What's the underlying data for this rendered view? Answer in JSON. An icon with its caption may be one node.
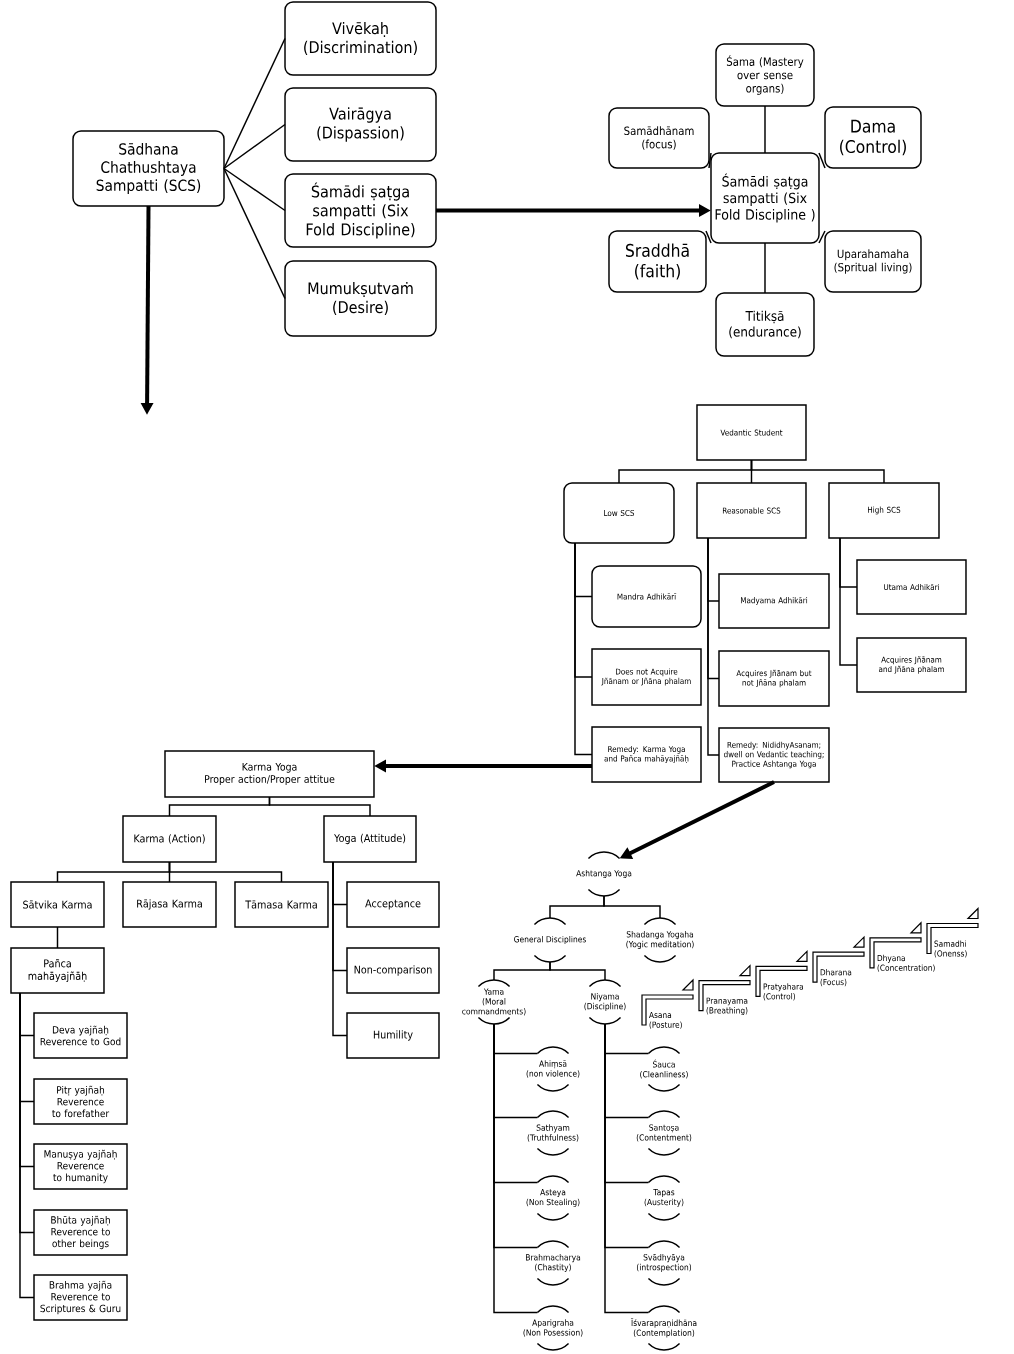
{
  "diagram": {
    "nodes": [
      {
        "text": [
          "Sādhana Chathushtaya Sampatti (SCS)"
        ]
      },
      {
        "text": [
          "Vivēkaḥ (Discrimination)"
        ]
      },
      {
        "text": [
          "Vairāgya (Dispassion)"
        ]
      },
      {
        "text": [
          "Śamādi ṣaṭga sampatti (Six Fold Discipline)"
        ]
      },
      {
        "text": [
          "Mumukṣutvaṁ (Desire)"
        ]
      },
      {
        "text": [
          "Śamādi ṣaṭga sampatti (Six Fold Discipline )"
        ]
      },
      {
        "text": [
          "Śama (Mastery over sense organs)"
        ]
      },
      {
        "text": [
          "Samādhānam (focus)"
        ]
      },
      {
        "text": [
          "Dama (Control)"
        ]
      },
      {
        "text": [
          "Sraddhā (faith)"
        ]
      },
      {
        "text": [
          "Uparahamaha (Spritual living)"
        ]
      },
      {
        "text": [
          "Titikṣā (endurance)"
        ]
      },
      {
        "text": [
          "Vedantic Student"
        ]
      },
      {
        "text": [
          "Low SCS"
        ]
      },
      {
        "text": [
          "Reasonable SCS"
        ]
      },
      {
        "text": [
          "High SCS"
        ]
      },
      {
        "text": [
          "Mandra Adhikārī"
        ]
      },
      {
        "text": [
          "Does not Acquire Jñānam or Jñāna phalam"
        ]
      },
      {
        "text": [
          "Remedy: Karma Yoga and Pañca mahāyajñāḥ"
        ]
      },
      {
        "text": [
          "Madyama Adhikāri"
        ]
      },
      {
        "text": [
          "Acquires Jñānam but not Jñāna phalam"
        ]
      },
      {
        "text": [
          "Remedy: NididhyAsanam; dwell on Vedantic teaching; Practice Ashtanga Yoga"
        ]
      },
      {
        "text": [
          "Utama Adhikāri"
        ]
      },
      {
        "text": [
          "Acquires Jñānam and Jñāna phalam"
        ]
      },
      {
        "text": [
          "Karma Yoga",
          "Proper action/Proper attitue"
        ]
      },
      {
        "text": [
          "Karma (Action)"
        ]
      },
      {
        "text": [
          "Yoga (Attitude)"
        ]
      },
      {
        "text": [
          "Sātvika Karma"
        ]
      },
      {
        "text": [
          "Rājasa Karma"
        ]
      },
      {
        "text": [
          "Tāmasa Karma"
        ]
      },
      {
        "text": [
          "Pañca mahāyajñāḥ"
        ]
      },
      {
        "text": [
          "Acceptance"
        ]
      },
      {
        "text": [
          "Non-comparison"
        ]
      },
      {
        "text": [
          "Humility"
        ]
      },
      {
        "text": [
          "Deva yajñaḥ",
          "Reverence to God"
        ]
      },
      {
        "text": [
          "Pitṛ yajñaḥ",
          "Reverence to forefather"
        ]
      },
      {
        "text": [
          "Manuṣya yajñaḥ",
          "Reverence to humanity"
        ]
      },
      {
        "text": [
          "Bhūta yajñaḥ",
          "Reverence to other beings"
        ]
      },
      {
        "text": [
          "Brahma yajña",
          "Reverence to Scriptures & Guru"
        ]
      },
      {
        "text": [
          "Ashtanga Yoga"
        ]
      },
      {
        "text": [
          "General Disciplines"
        ]
      },
      {
        "text": [
          "Shadanga Yogaha",
          "(Yogic meditation)"
        ]
      },
      {
        "text": [
          "Yama",
          "(Moral commandments)"
        ]
      },
      {
        "text": [
          "Niyama",
          "(Discipline)"
        ]
      },
      {
        "text": [
          "Ahiṃsā",
          "(non violence)"
        ]
      },
      {
        "text": [
          "Sathyam",
          "(Truthfulness)"
        ]
      },
      {
        "text": [
          "Asteya",
          "(Non Stealing)"
        ]
      },
      {
        "text": [
          "Brahmacharya",
          "(Chastity)"
        ]
      },
      {
        "text": [
          "Aparigraha",
          "(Non Posession)"
        ]
      },
      {
        "text": [
          "Śauca",
          "(Cleanliness)"
        ]
      },
      {
        "text": [
          "Santoṣa",
          "(Contentment)"
        ]
      },
      {
        "text": [
          "Tapas",
          "(Austerity)"
        ]
      },
      {
        "text": [
          "Svādhyāya",
          "(introspection)"
        ]
      },
      {
        "text": [
          "Īśvarapraṇidhāna",
          "(Contemplation)"
        ]
      },
      {
        "text": [
          "Asana",
          "(Posture)"
        ]
      },
      {
        "text": [
          "Pranayama",
          "(Breathing)"
        ]
      },
      {
        "text": [
          "Pratyahara",
          "(Control)"
        ]
      },
      {
        "text": [
          "Dharana",
          "(Focus)"
        ]
      },
      {
        "text": [
          "Dhyana",
          "(Concentration)"
        ]
      },
      {
        "text": [
          "Samadhi",
          "(Onenss)"
        ]
      }
    ],
    "edges": [
      {
        "from": 0,
        "to": 1,
        "arrow": "none"
      },
      {
        "from": 0,
        "to": 2,
        "arrow": "none"
      },
      {
        "from": 0,
        "to": 3,
        "arrow": "none"
      },
      {
        "from": 0,
        "to": 4,
        "arrow": "none"
      },
      {
        "from": 3,
        "to": 5,
        "arrow": "to",
        "style": "thick"
      },
      {
        "from": 5,
        "to": 6,
        "arrow": "none"
      },
      {
        "from": 5,
        "to": 7,
        "arrow": "none"
      },
      {
        "from": 5,
        "to": 8,
        "arrow": "none"
      },
      {
        "from": 5,
        "to": 9,
        "arrow": "none"
      },
      {
        "from": 5,
        "to": 10,
        "arrow": "none"
      },
      {
        "from": 5,
        "to": 11,
        "arrow": "none"
      },
      {
        "from": 0,
        "to": null,
        "arrow": "to",
        "style": "thick"
      },
      {
        "from": 12,
        "to": 13,
        "arrow": "none"
      },
      {
        "from": 12,
        "to": 14,
        "arrow": "none"
      },
      {
        "from": 12,
        "to": 15,
        "arrow": "none"
      },
      {
        "from": 13,
        "to": 16,
        "arrow": "none"
      },
      {
        "from": 13,
        "to": 17,
        "arrow": "none"
      },
      {
        "from": 13,
        "to": 18,
        "arrow": "none"
      },
      {
        "from": 14,
        "to": 19,
        "arrow": "none"
      },
      {
        "from": 14,
        "to": 20,
        "arrow": "none"
      },
      {
        "from": 14,
        "to": 21,
        "arrow": "none"
      },
      {
        "from": 15,
        "to": 22,
        "arrow": "none"
      },
      {
        "from": 15,
        "to": 23,
        "arrow": "none"
      },
      {
        "from": 18,
        "to": 24,
        "arrow": "to",
        "style": "thick"
      },
      {
        "from": 21,
        "to": 39,
        "arrow": "to",
        "style": "thick"
      },
      {
        "from": 24,
        "to": 25,
        "arrow": "none"
      },
      {
        "from": 24,
        "to": 26,
        "arrow": "none"
      },
      {
        "from": 25,
        "to": 27,
        "arrow": "none"
      },
      {
        "from": 25,
        "to": 28,
        "arrow": "none"
      },
      {
        "from": 25,
        "to": 29,
        "arrow": "none"
      },
      {
        "from": 27,
        "to": 30,
        "arrow": "none"
      },
      {
        "from": 26,
        "to": 31,
        "arrow": "none"
      },
      {
        "from": 26,
        "to": 32,
        "arrow": "none"
      },
      {
        "from": 26,
        "to": 33,
        "arrow": "none"
      },
      {
        "from": 30,
        "to": 34,
        "arrow": "none"
      },
      {
        "from": 30,
        "to": 35,
        "arrow": "none"
      },
      {
        "from": 30,
        "to": 36,
        "arrow": "none"
      },
      {
        "from": 30,
        "to": 37,
        "arrow": "none"
      },
      {
        "from": 30,
        "to": 38,
        "arrow": "none"
      },
      {
        "from": 39,
        "to": 40,
        "arrow": "none"
      },
      {
        "from": 39,
        "to": 41,
        "arrow": "none"
      },
      {
        "from": 40,
        "to": 42,
        "arrow": "none"
      },
      {
        "from": 40,
        "to": 43,
        "arrow": "none"
      },
      {
        "from": 42,
        "to": 44,
        "arrow": "none"
      },
      {
        "from": 42,
        "to": 45,
        "arrow": "none"
      },
      {
        "from": 42,
        "to": 46,
        "arrow": "none"
      },
      {
        "from": 42,
        "to": 47,
        "arrow": "none"
      },
      {
        "from": 42,
        "to": 48,
        "arrow": "none"
      },
      {
        "from": 43,
        "to": 49,
        "arrow": "none"
      },
      {
        "from": 43,
        "to": 50,
        "arrow": "none"
      },
      {
        "from": 43,
        "to": 51,
        "arrow": "none"
      },
      {
        "from": 43,
        "to": 52,
        "arrow": "none"
      },
      {
        "from": 43,
        "to": 53,
        "arrow": "none"
      }
    ]
  }
}
